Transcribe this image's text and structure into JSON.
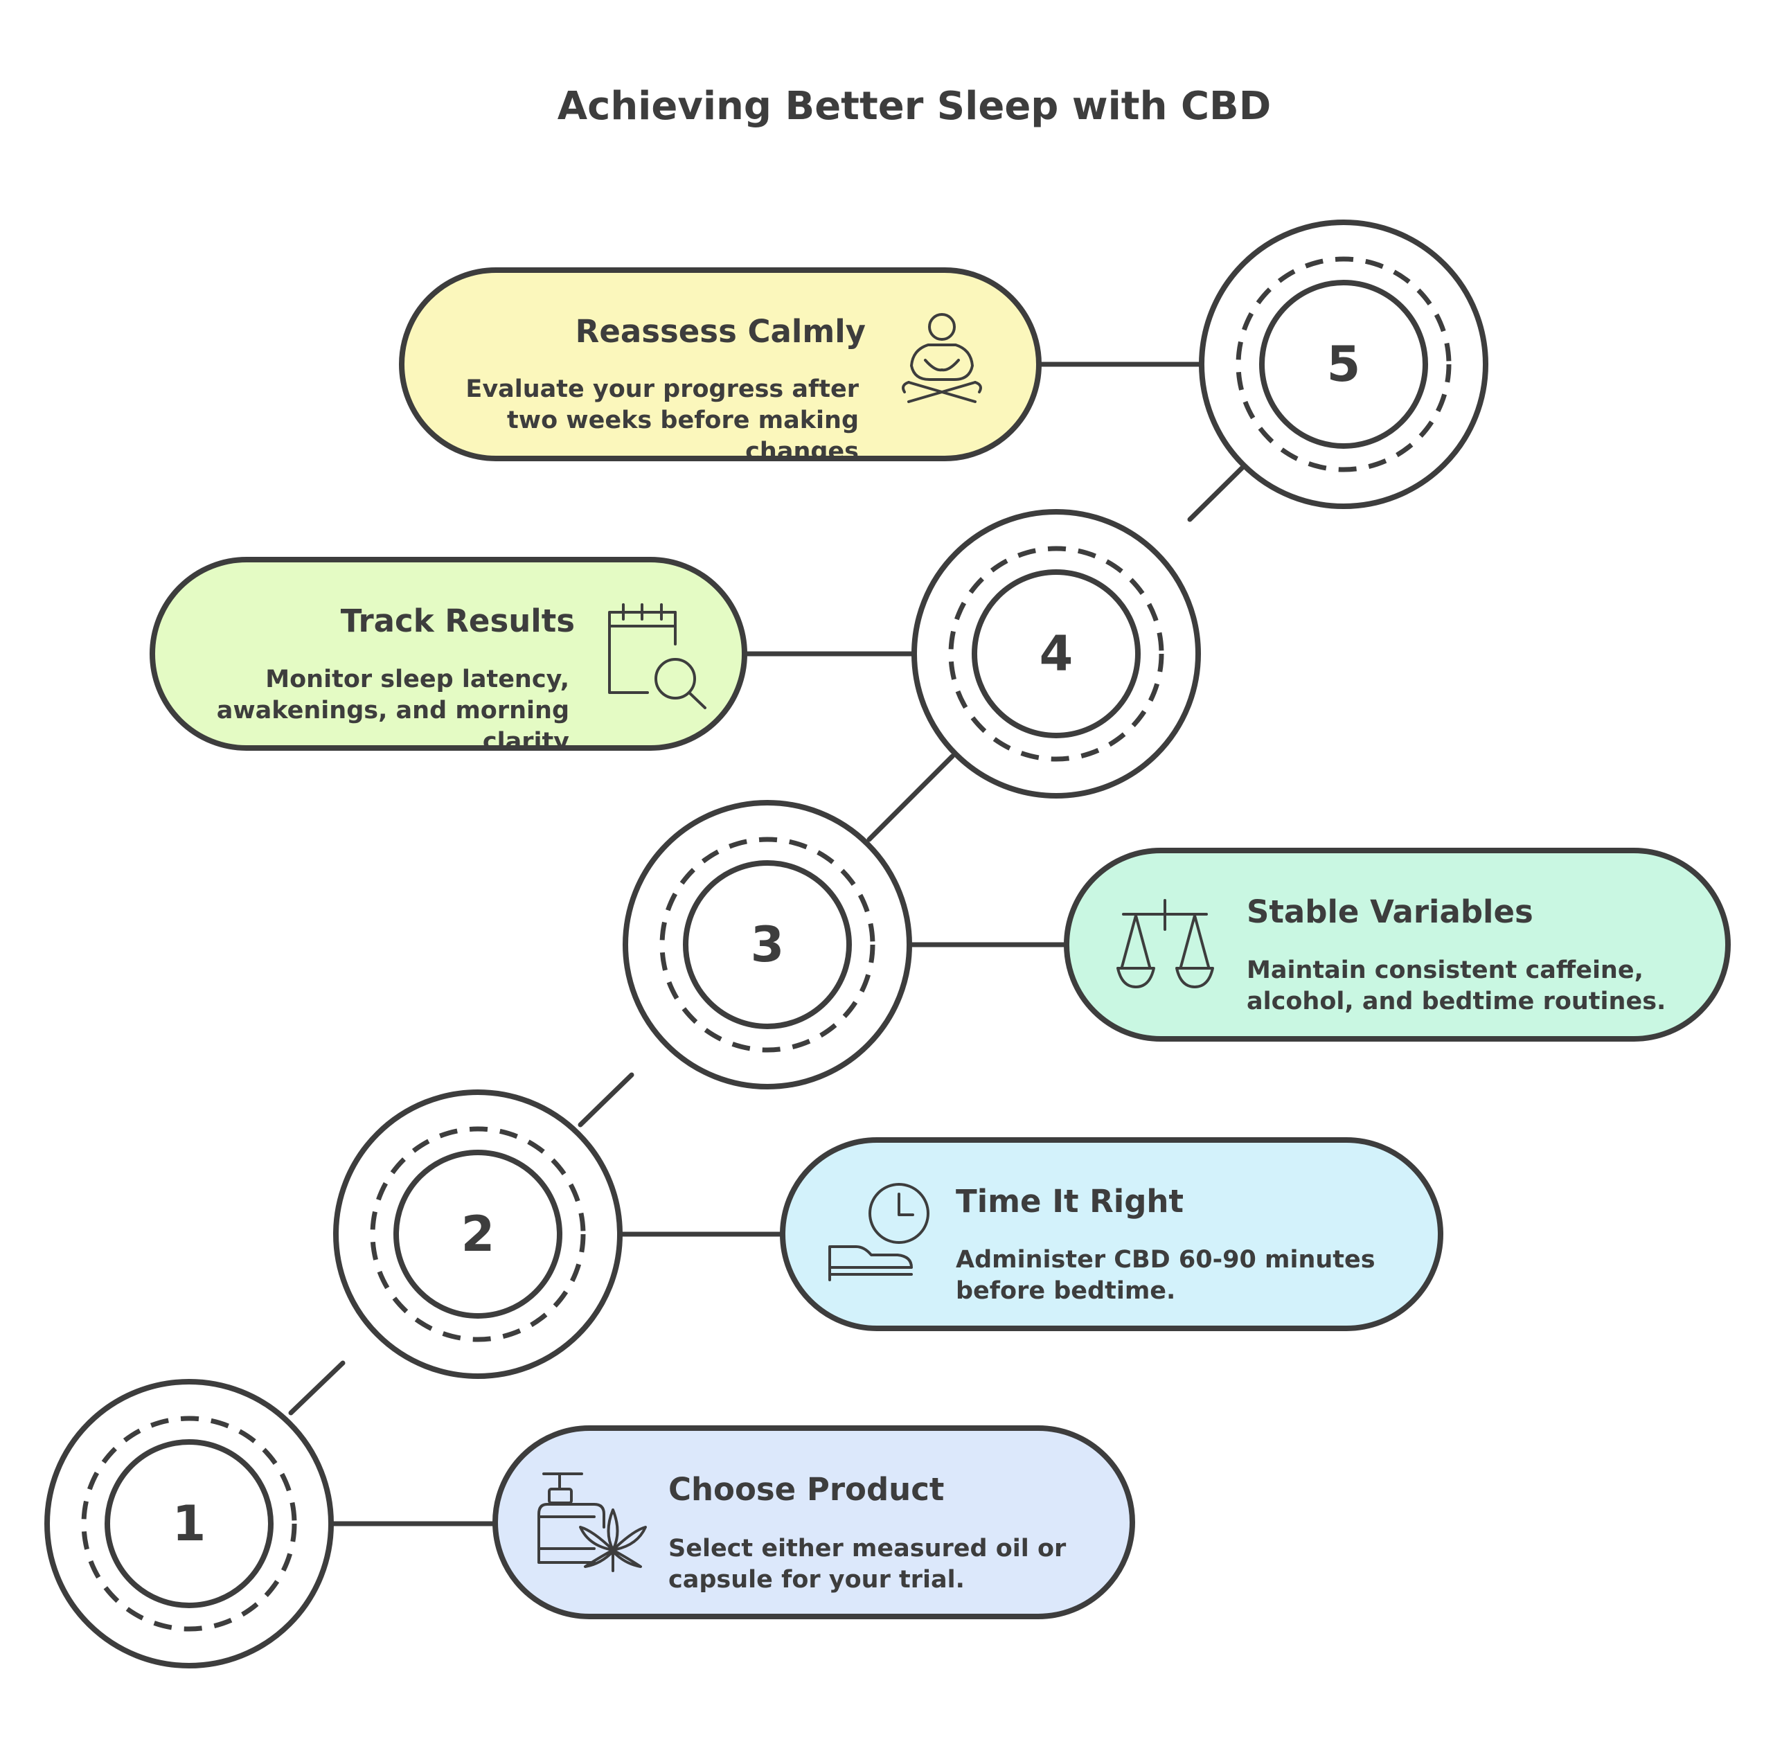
{
  "title": "Achieving Better Sleep with CBD",
  "colors": {
    "outline": "#3d3d3d",
    "step1_fill": "#dce8fb",
    "step2_fill": "#d3f2fb",
    "step3_fill": "#c9f7e2",
    "step4_fill": "#e4fbc4",
    "step5_fill": "#fbf7bc"
  },
  "steps": [
    {
      "number": "1",
      "title": "Choose Product",
      "desc_lines": [
        "Select either measured oil or",
        "capsule for your trial."
      ],
      "icon": "oil-bottle-cannabis-leaf-icon"
    },
    {
      "number": "2",
      "title": "Time It Right",
      "desc_lines": [
        "Administer CBD 60-90 minutes",
        "before bedtime."
      ],
      "icon": "clock-bed-icon"
    },
    {
      "number": "3",
      "title": "Stable Variables",
      "desc_lines": [
        "Maintain consistent caffeine,",
        "alcohol, and bedtime routines."
      ],
      "icon": "balance-scale-icon"
    },
    {
      "number": "4",
      "title": "Track Results",
      "desc_lines": [
        "Monitor sleep latency,",
        "awakenings, and morning",
        "clarity"
      ],
      "icon": "calendar-search-icon"
    },
    {
      "number": "5",
      "title": "Reassess Calmly",
      "desc_lines": [
        "Evaluate your progress after",
        "two weeks before making",
        "changes"
      ],
      "icon": "meditation-person-icon"
    }
  ]
}
